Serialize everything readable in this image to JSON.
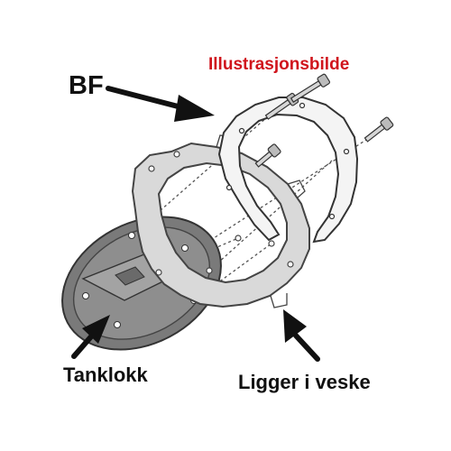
{
  "watermark": {
    "text": "Illustrasjonsbilde",
    "color": "#d0141c"
  },
  "labels": {
    "bf": "BF",
    "tank_cap": "Tanklokk",
    "in_bag": "Ligger i veske"
  },
  "colors": {
    "line": "#444444",
    "plate": "#dcdcdc",
    "ring": "#f2f2f2",
    "flange": "#ffffff",
    "cap": "#7c7c7c",
    "cap_inner": "#9a9a9a"
  }
}
